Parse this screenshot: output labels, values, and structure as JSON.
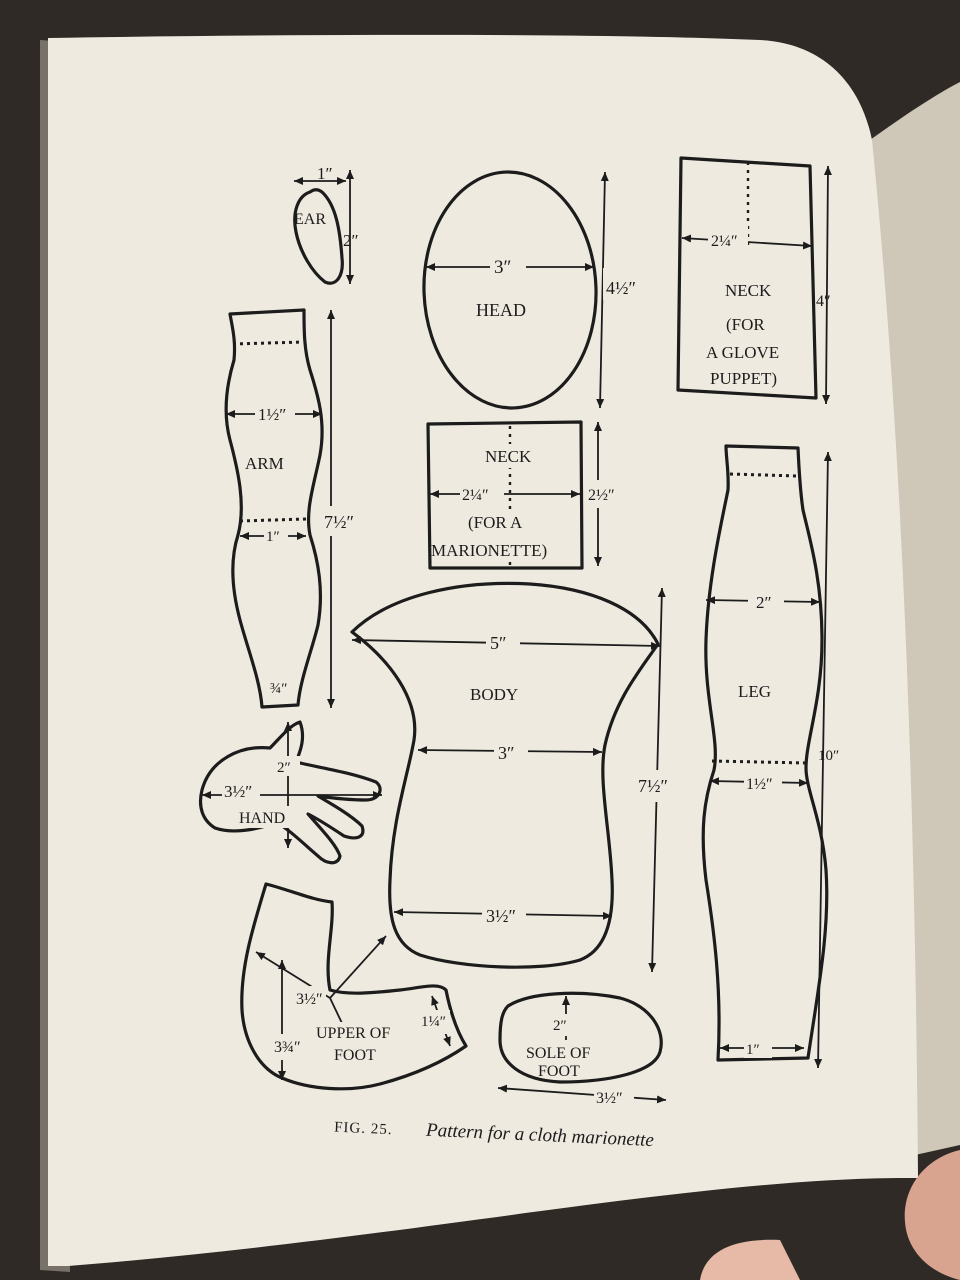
{
  "caption": {
    "fig_number": "FIG. 25.",
    "title": "Pattern for a cloth marionette"
  },
  "pieces": {
    "ear": {
      "name": "EAR",
      "width": "1″",
      "height": "2″"
    },
    "head": {
      "name": "HEAD",
      "width": "3″",
      "height": "4½″"
    },
    "neck_glove": {
      "name": "NECK",
      "note": [
        "(FOR",
        "A GLOVE",
        "PUPPET)"
      ],
      "width": "2¼″",
      "height": "4″"
    },
    "arm": {
      "name": "ARM",
      "width_top": "1½″",
      "width_mid": "1″",
      "width_bottom": "¾″",
      "length": "7½″"
    },
    "neck_marionette": {
      "name": "NECK",
      "note": [
        "(FOR A",
        "MARIONETTE)"
      ],
      "width": "2¼″",
      "height": "2½″"
    },
    "body": {
      "name": "BODY",
      "width_top": "5″",
      "width_mid": "3″",
      "width_bottom": "3½″",
      "height": "7½″"
    },
    "leg": {
      "name": "LEG",
      "width_top": "2″",
      "width_knee": "1½″",
      "width_bottom": "1″",
      "length": "10″"
    },
    "hand": {
      "name": "HAND",
      "width": "3½″",
      "height": "2″"
    },
    "upper_foot": {
      "name": [
        "UPPER OF",
        "FOOT"
      ],
      "dim_a": "3½″",
      "dim_b": "3¾″",
      "dim_c": "1¼″"
    },
    "sole": {
      "name": [
        "SOLE OF",
        "FOOT"
      ],
      "width": "3½″",
      "height": "2″"
    }
  },
  "colors": {
    "page": "#efeae0",
    "ink": "#1c1c1c",
    "background": "#2a2622"
  }
}
